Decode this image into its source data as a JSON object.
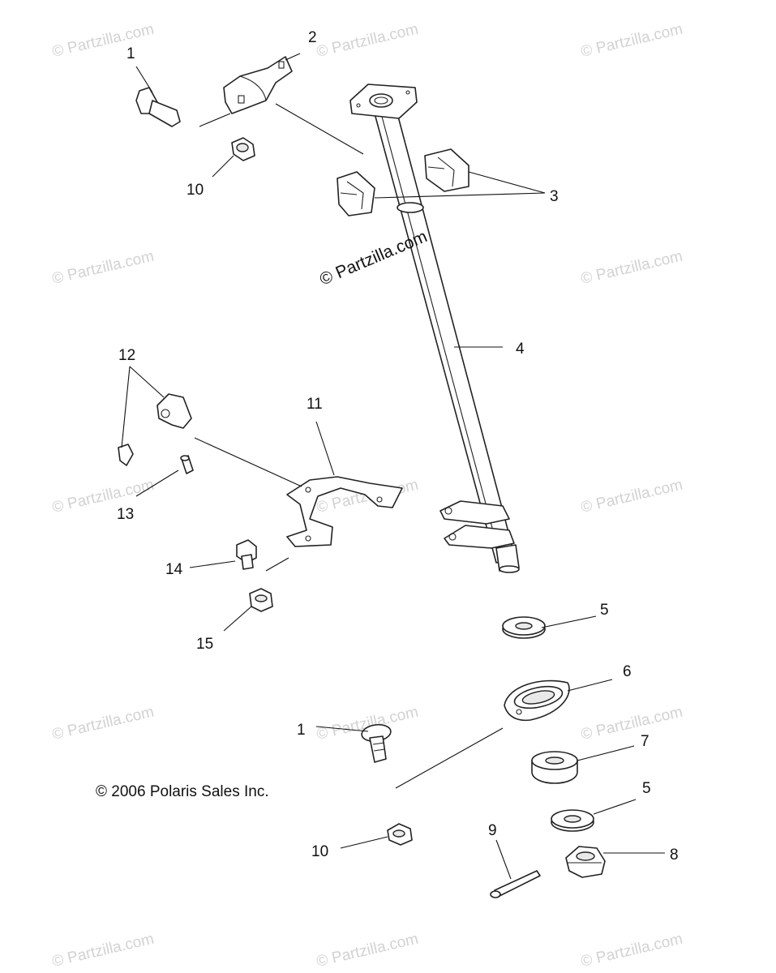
{
  "watermark": "© Partzilla.com",
  "center_watermark": "© Partzilla.com",
  "copyright": "© 2006 Polaris Sales Inc.",
  "callouts": {
    "c1a": "1",
    "c2": "2",
    "c3": "3",
    "c4": "4",
    "c10a": "10",
    "c12": "12",
    "c11": "11",
    "c13": "13",
    "c14": "14",
    "c15": "15",
    "c5a": "5",
    "c6": "6",
    "c1b": "1",
    "c7": "7",
    "c5b": "5",
    "c9": "9",
    "c10b": "10",
    "c8": "8"
  }
}
